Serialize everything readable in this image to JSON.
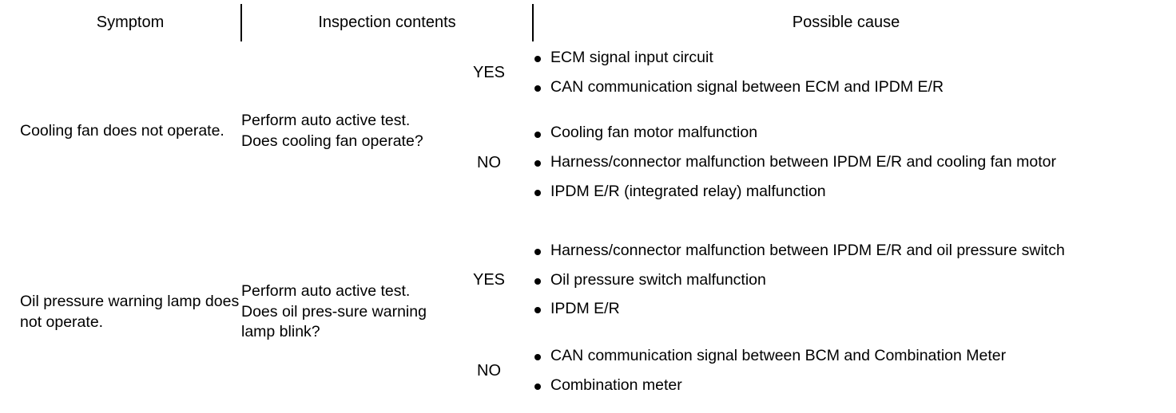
{
  "table": {
    "headers": {
      "symptom": "Symptom",
      "inspection": "Inspection contents",
      "cause": "Possible cause"
    },
    "answers": {
      "yes": "YES",
      "no": "NO"
    },
    "rows": [
      {
        "symptom": "Cooling fan does not operate.",
        "inspection": "Perform auto active test. Does cooling fan operate?",
        "branches": [
          {
            "answer": "YES",
            "causes": [
              "ECM signal input circuit",
              "CAN communication signal between ECM and IPDM E/R"
            ]
          },
          {
            "answer": "NO",
            "causes": [
              "Cooling fan motor malfunction",
              "Harness/connector malfunction between IPDM E/R and cooling fan motor",
              "IPDM E/R (integrated relay) malfunction"
            ]
          }
        ]
      },
      {
        "symptom": "Oil pressure warning lamp does not operate.",
        "inspection": "Perform auto active test. Does oil pres-sure warning lamp blink?",
        "branches": [
          {
            "answer": "YES",
            "causes": [
              "Harness/connector malfunction between IPDM E/R and oil pressure switch",
              "Oil pressure switch malfunction",
              "IPDM E/R"
            ]
          },
          {
            "answer": "NO",
            "causes": [
              "CAN communication signal between BCM and Combination Meter",
              "Combination meter"
            ]
          }
        ]
      }
    ]
  },
  "style": {
    "rule_color": "#000000",
    "text_color": "#000000",
    "background": "#ffffff"
  }
}
